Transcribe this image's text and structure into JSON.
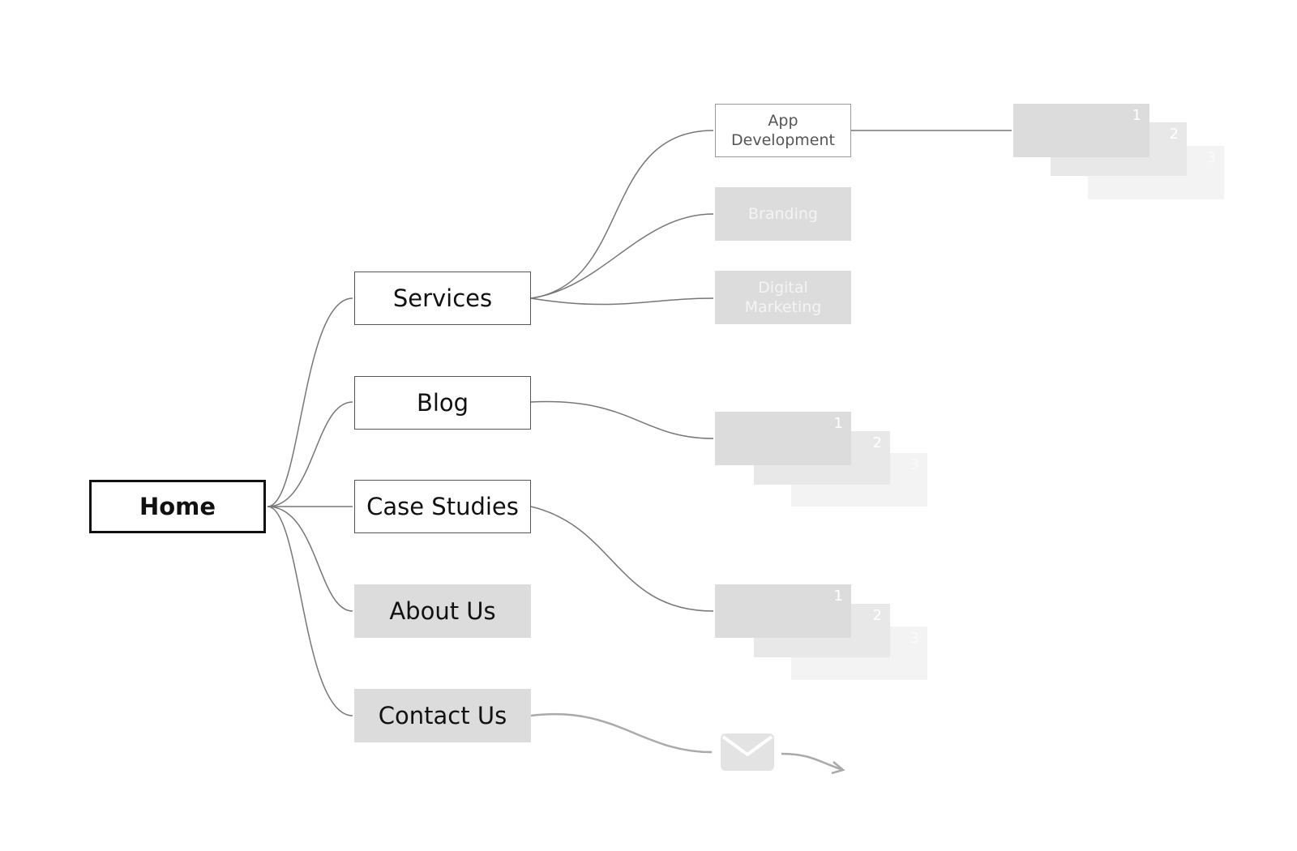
{
  "root": {
    "label": "Home"
  },
  "sections": [
    {
      "id": "services",
      "label": "Services",
      "style": "outlined"
    },
    {
      "id": "blog",
      "label": "Blog",
      "style": "outlined"
    },
    {
      "id": "case-studies",
      "label": "Case Studies",
      "style": "outlined"
    },
    {
      "id": "about-us",
      "label": "About Us",
      "style": "filled"
    },
    {
      "id": "contact-us",
      "label": "Contact Us",
      "style": "filled"
    }
  ],
  "services_children": [
    {
      "line1": "App",
      "line2": "Development",
      "style": "outlined"
    },
    {
      "line1": "Branding",
      "line2": "",
      "style": "filled"
    },
    {
      "line1": "Digital",
      "line2": "Marketing",
      "style": "filled"
    }
  ],
  "page_stack_numbers": [
    "1",
    "2",
    "3"
  ],
  "contact_icon": "envelope-icon",
  "colors": {
    "line": "#777777",
    "filled_box": "#dcdcdc",
    "outline": "#555555"
  }
}
